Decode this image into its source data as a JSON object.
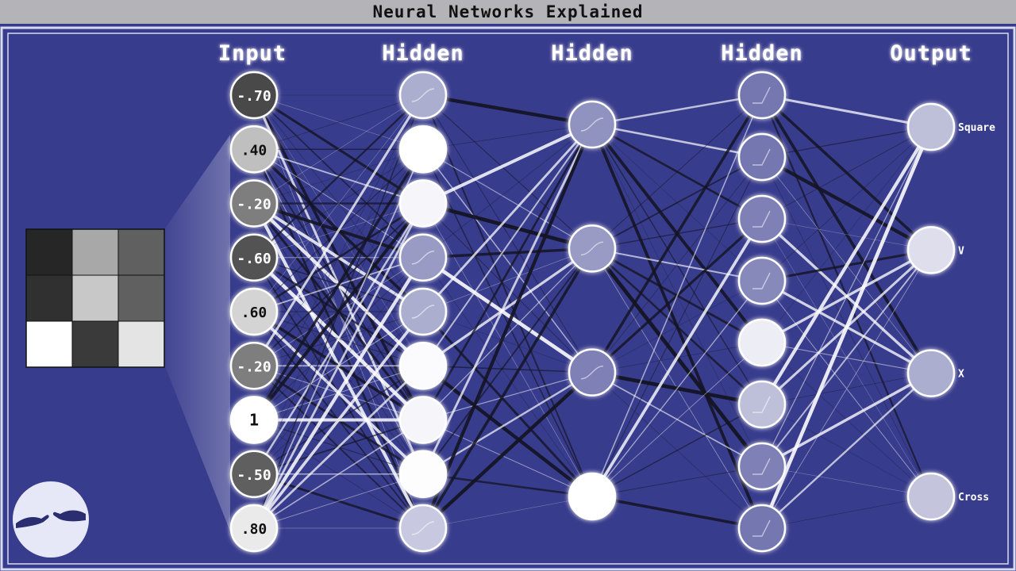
{
  "window": {
    "title": "Neural Networks Explained"
  },
  "layers": [
    {
      "label": "Input"
    },
    {
      "label": "Hidden"
    },
    {
      "label": "Hidden"
    },
    {
      "label": "Hidden"
    },
    {
      "label": "Output"
    }
  ],
  "input_values": [
    "-.70",
    ".40",
    "-.20",
    "-.60",
    ".60",
    "-.20",
    "1",
    "-.50",
    ".80"
  ],
  "input_activations": [
    0.15,
    0.7,
    0.4,
    0.2,
    0.8,
    0.4,
    1.0,
    0.25,
    0.9
  ],
  "hidden1_activations": [
    0.55,
    1.0,
    0.95,
    0.45,
    0.55,
    0.98,
    0.95,
    0.99,
    0.7
  ],
  "hidden2_activations": [
    0.4,
    0.45,
    0.3,
    1.0
  ],
  "hidden3_activations": [
    0.25,
    0.25,
    0.3,
    0.35,
    0.9,
    0.65,
    0.3,
    0.25
  ],
  "output_activations": [
    0.65,
    0.82,
    0.55,
    0.68
  ],
  "output_labels": [
    "Square",
    "V",
    "X",
    "Cross"
  ],
  "input_image_grid": [
    [
      "#262626",
      "#a8a8a8",
      "#606060"
    ],
    [
      "#303030",
      "#c8c8c8",
      "#606060"
    ],
    [
      "#ffffff",
      "#3a3a3a",
      "#e4e4e4"
    ]
  ],
  "colors": {
    "background": "#383c8c",
    "frame": "#d8daf0",
    "node_stroke": "#ffffff",
    "weight_positive": "#ffffff",
    "weight_negative": "#1a1a2a"
  },
  "icons": {
    "logo": "creation-hands-icon"
  }
}
